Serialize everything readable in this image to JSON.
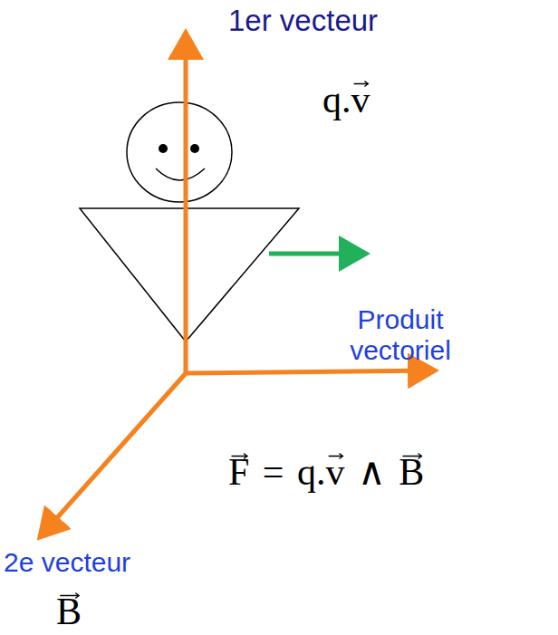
{
  "diagram": {
    "labels": [
      "1er vecteur",
      "q.v",
      "Produit vectoriel",
      "F = q.v ∧ B",
      "2e vecteur",
      "B"
    ]
  }
}
